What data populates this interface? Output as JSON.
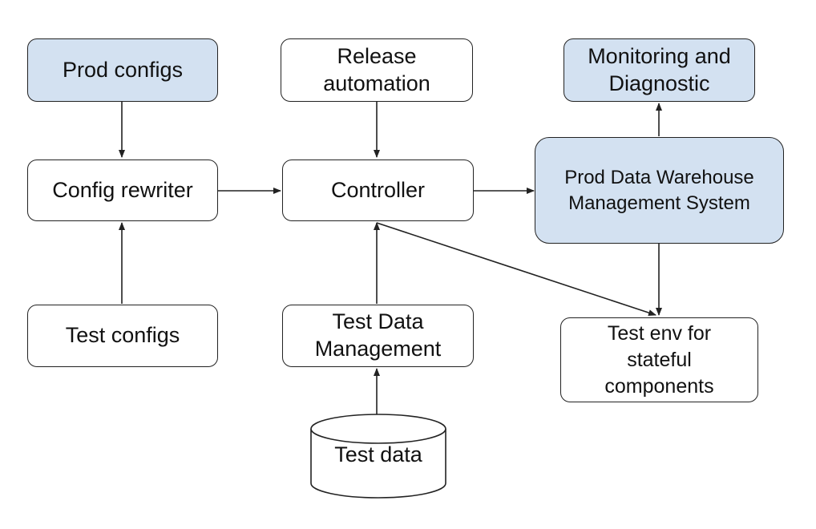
{
  "nodes": {
    "prod_configs": "Prod configs",
    "release_automation": "Release\nautomation",
    "monitoring": "Monitoring and\nDiagnostic",
    "config_rewriter": "Config rewriter",
    "controller": "Controller",
    "prod_dwms": "Prod Data Warehouse\nManagement System",
    "test_configs": "Test configs",
    "test_data_management": "Test Data\nManagement",
    "test_env": "Test env for\nstateful\ncomponents",
    "test_data": "Test data"
  },
  "colors": {
    "highlight_fill": "#d3e1f1",
    "default_fill": "#ffffff",
    "stroke": "#222222"
  }
}
